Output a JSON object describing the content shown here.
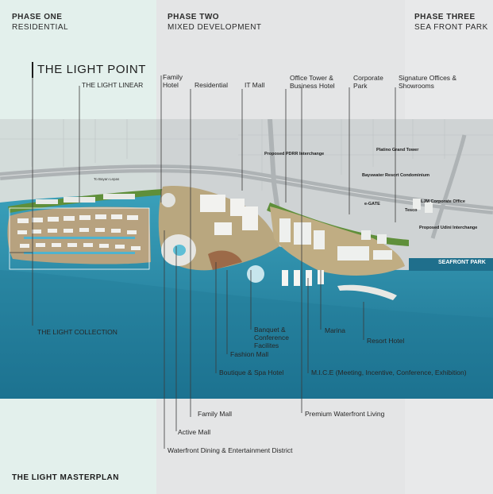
{
  "phases": [
    {
      "title": "PHASE ONE",
      "subtitle": "RESIDENTIAL"
    },
    {
      "title": "PHASE TWO",
      "subtitle": "MIXED DEVELOPMENT"
    },
    {
      "title": "PHASE THREE",
      "subtitle": "SEA FRONT PARK"
    }
  ],
  "headline": "THE LIGHT POINT",
  "footer_title": "THE LIGHT MASTERPLAN",
  "labels": {
    "light_linear": "THE LIGHT LINEAR",
    "family_hotel": "Family Hotel",
    "residential": "Residential",
    "it_mall": "IT Mall",
    "office_tower": "Office Tower & Business Hotel",
    "corporate_park": "Corporate Park",
    "signature_offices": "Signature Offices & Showrooms",
    "light_collection": "THE LIGHT COLLECTION",
    "banquet": "Banquet & Conference Facilites",
    "marina": "Marina",
    "resort_hotel": "Resort Hotel",
    "fashion_mall": "Fashion Mall",
    "boutique_spa": "Boutique & Spa Hotel",
    "mice": "M.I.C.E (Meeting, Incentive, Conference, Exhibition)",
    "family_mall": "Family Mall",
    "premium_waterfront": "Premium Waterfront Living",
    "active_mall": "Active Mall",
    "waterfront_dining": "Waterfront Dining & Entertainment District"
  },
  "map_labels": {
    "proposed_pdrr": "Proposed PDRR Interchange",
    "platino": "Platino Grand Tower",
    "bayswater": "Bayswater Resort Condominium",
    "egate": "e-GATE",
    "tesco": "Tesco",
    "ljm": "LJM Corporate Office",
    "udini": "Proposed Udini Interchange",
    "seafront_park": "SEAFRONT PARK",
    "bayan_lepas": "To Bayan Lepas"
  },
  "colors": {
    "sea": "#2a8aa6",
    "sea_deep": "#1f7896",
    "land": "#c8ccce",
    "green": "#5f8f3a",
    "road": "#b9bdbf",
    "phase_one_bg": "#e3f0ec"
  }
}
